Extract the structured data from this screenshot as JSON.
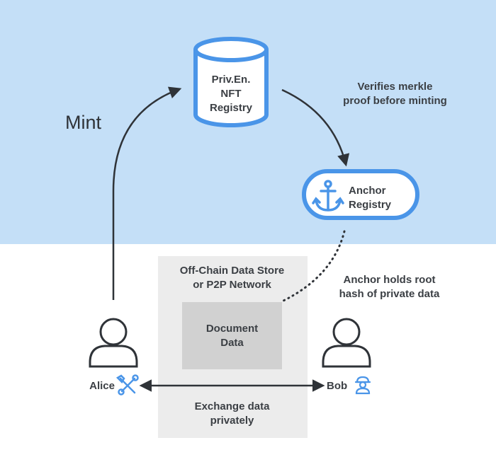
{
  "diagram": {
    "mint_label": "Mint",
    "nft_registry": {
      "line1": "Priv.En.",
      "line2": "NFT",
      "line3": "Registry"
    },
    "verifies_note": {
      "line1": "Verifies merkle",
      "line2": "proof before minting"
    },
    "anchor_registry": {
      "line1": "Anchor",
      "line2": "Registry"
    },
    "data_store": {
      "line1": "Off-Chain Data Store",
      "line2": "or P2P Network"
    },
    "document": {
      "line1": "Document",
      "line2": "Data"
    },
    "anchor_note": {
      "line1": "Anchor holds root",
      "line2": "hash of private data"
    },
    "exchange_note": {
      "line1": "Exchange data",
      "line2": "privately"
    },
    "alice": {
      "label": "Alice",
      "icon": "tools-icon"
    },
    "bob": {
      "label": "Bob",
      "icon": "worker-icon"
    }
  },
  "colors": {
    "top_band": "#c4dff7",
    "accent_blue": "#4a95e8",
    "store_bg": "#ececec",
    "doc_bg": "#d1d1d1",
    "ink": "#2b2f33"
  }
}
